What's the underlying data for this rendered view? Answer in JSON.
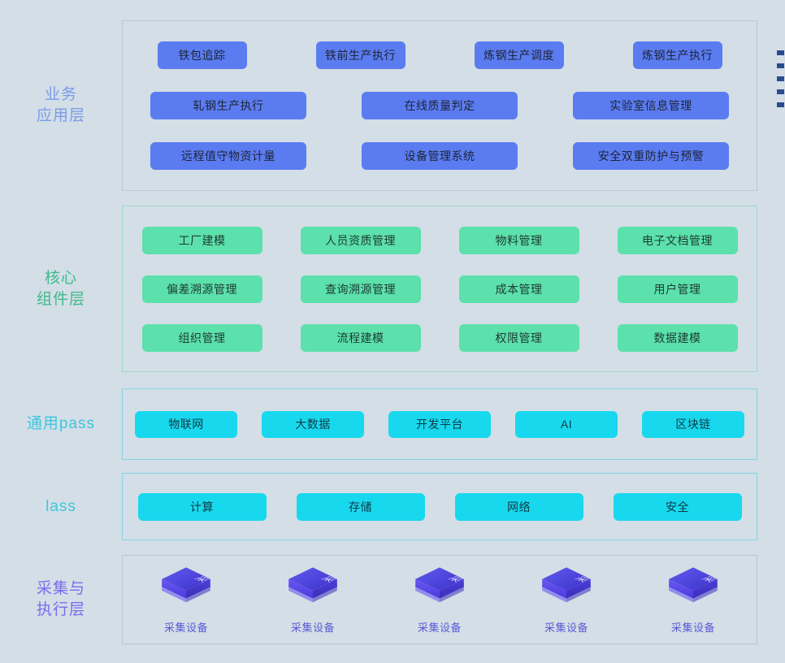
{
  "theme": {
    "background": "#d3dee6",
    "business_chip": "#5b7cf0",
    "core_chip": "#5ce0ac",
    "platform_chip": "#18d8ee",
    "device_color": "#5b5bd6"
  },
  "layers": [
    {
      "id": "business",
      "label": "业务\n应用层",
      "label_color": "#7b9be8",
      "border_color": "#b7c8d8",
      "rows": [
        {
          "columns": 4,
          "items": [
            "铁包追踪",
            "铁前生产执行",
            "炼钢生产调度",
            "炼钢生产执行"
          ]
        },
        {
          "columns": 3,
          "items": [
            "轧钢生产执行",
            "在线质量判定",
            "实验室信息管理"
          ]
        },
        {
          "columns": 3,
          "items": [
            "远程值守物资计量",
            "设备管理系统",
            "安全双重防护与预警"
          ]
        }
      ]
    },
    {
      "id": "core",
      "label": "核心\n组件层",
      "label_color": "#3fb98a",
      "border_color": "#9fd8c9",
      "rows": [
        {
          "columns": 4,
          "items": [
            "工厂建模",
            "人员资质管理",
            "物料管理",
            "电子文档管理"
          ]
        },
        {
          "columns": 4,
          "items": [
            "偏差溯源管理",
            "查询溯源管理",
            "成本管理",
            "用户管理"
          ]
        },
        {
          "columns": 4,
          "items": [
            "组织管理",
            "流程建模",
            "权限管理",
            "数据建模"
          ]
        }
      ]
    },
    {
      "id": "pass",
      "label": "通用pass",
      "label_color": "#3fc6dd",
      "border_color": "#86d3e3",
      "rows": [
        {
          "columns": 5,
          "items": [
            "物联网",
            "大数据",
            "开发平台",
            "AI",
            "区块链"
          ]
        }
      ]
    },
    {
      "id": "iaas",
      "label": "lass",
      "label_color": "#3fc6dd",
      "border_color": "#86d3e3",
      "rows": [
        {
          "columns": 4,
          "items": [
            "计算",
            "存储",
            "网络",
            "安全"
          ]
        }
      ]
    },
    {
      "id": "device",
      "label": "采集与\n执行层",
      "label_color": "#7a6bf0",
      "border_color": "#b7c8d8",
      "devices": [
        {
          "glyph": "采",
          "caption": "采集设备"
        },
        {
          "glyph": "采",
          "caption": "采集设备"
        },
        {
          "glyph": "采",
          "caption": "采集设备"
        },
        {
          "glyph": "采",
          "caption": "采集设备"
        },
        {
          "glyph": "采",
          "caption": "采集设备"
        }
      ]
    }
  ],
  "edge_markers": {
    "count": 5,
    "color": "#2b4b8f"
  }
}
